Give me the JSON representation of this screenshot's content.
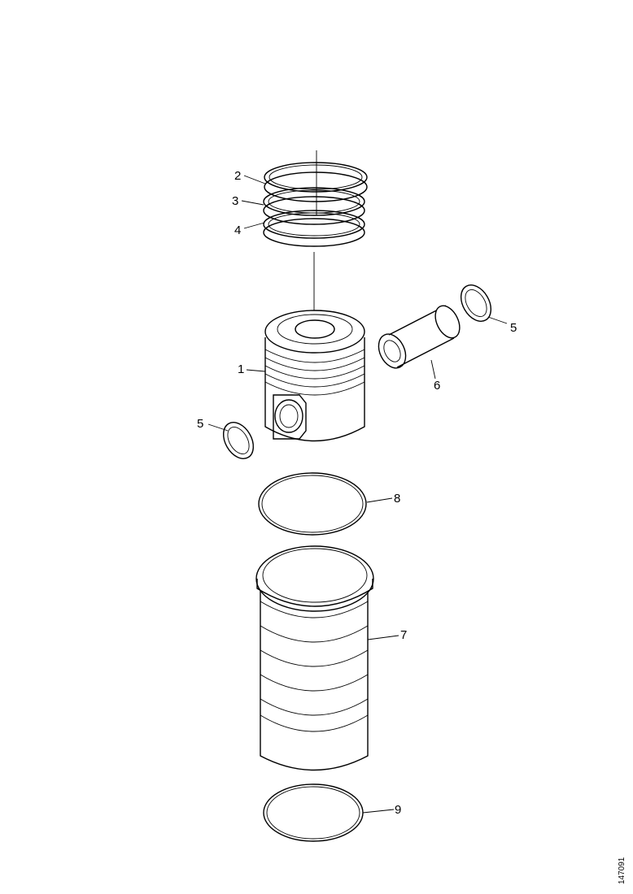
{
  "callouts": {
    "c1": "1",
    "c2": "2",
    "c3": "3",
    "c4": "4",
    "c5a": "5",
    "c5b": "5",
    "c6": "6",
    "c7": "7",
    "c8": "8",
    "c9": "9"
  },
  "document_id": "147091"
}
